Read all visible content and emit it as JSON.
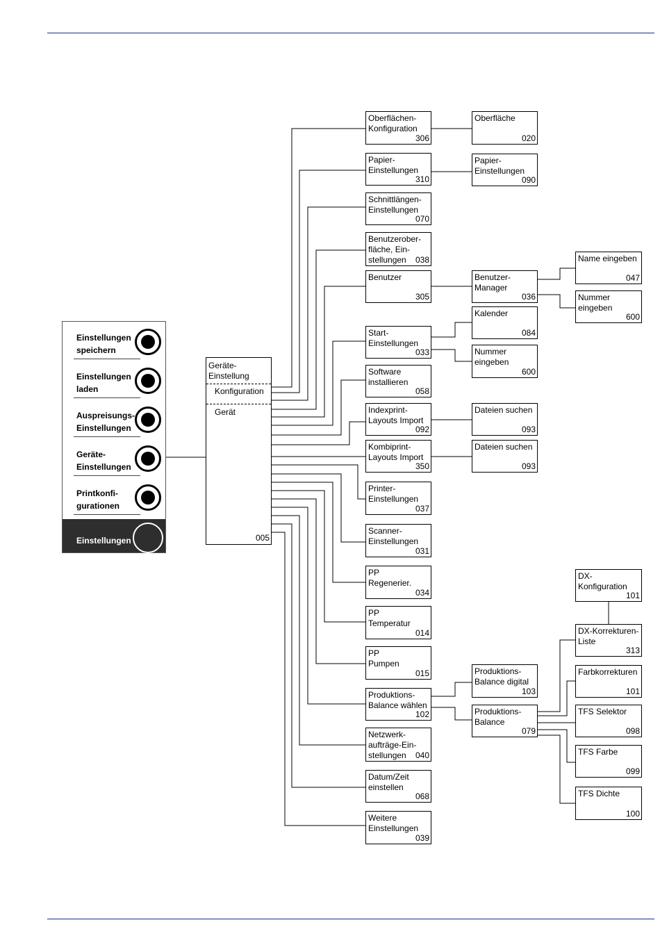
{
  "menu": {
    "items": [
      {
        "label": "Einstellungen\nspeichern"
      },
      {
        "label": "Einstellungen\nladen"
      },
      {
        "label": "Auspreisungs-\nEinstellungen"
      },
      {
        "label": "Geräte-\nEinstellungen"
      },
      {
        "label": "Printkonfi-\ngurationen"
      },
      {
        "label": "Einstellungen"
      }
    ]
  },
  "hub": {
    "title": "Geräte-\nEinstellung",
    "section1": "Konfiguration",
    "section2": "Gerät",
    "number": "005"
  },
  "level1": [
    {
      "label": "Oberflächen-\nKonfiguration",
      "number": "306"
    },
    {
      "label": "Papier-\nEinstellungen",
      "number": "310"
    },
    {
      "label": "Schnittlängen-\nEinstellungen",
      "number": "070"
    },
    {
      "label": "Benutzerober-\nfläche, Ein-\nstellungen",
      "number": "038"
    },
    {
      "label": "Benutzer",
      "number": "305"
    },
    {
      "label": "Start-\nEinstellungen",
      "number": "033"
    },
    {
      "label": "Software\ninstallieren",
      "number": "058"
    },
    {
      "label": "Indexprint-\nLayouts Import",
      "number": "092"
    },
    {
      "label": "Kombiprint-\nLayouts Import",
      "number": "350"
    },
    {
      "label": "Printer-\nEinstellungen",
      "number": "037"
    },
    {
      "label": "Scanner-\nEinstellungen",
      "number": "031"
    },
    {
      "label": "PP\nRegenerier.",
      "number": "034"
    },
    {
      "label": "PP\nTemperatur",
      "number": "014"
    },
    {
      "label": "PP\nPumpen",
      "number": "015"
    },
    {
      "label": "Produktions-\nBalance wählen",
      "number": "102"
    },
    {
      "label": "Netzwerk-\naufträge-Ein-\nstellungen",
      "number": "040"
    },
    {
      "label": "Datum/Zeit\neinstellen",
      "number": "068"
    },
    {
      "label": "Weitere\nEinstellungen",
      "number": "039"
    }
  ],
  "level2": [
    {
      "label": "Oberfläche",
      "number": "020"
    },
    {
      "label": "Papier-\nEinstellungen",
      "number": "090"
    },
    {
      "label": "Benutzer-\nManager",
      "number": "036"
    },
    {
      "label": "Kalender",
      "number": "084"
    },
    {
      "label": "Nummer\neingeben",
      "number": "600"
    },
    {
      "label": "Dateien suchen",
      "number": "093"
    },
    {
      "label": "Dateien suchen",
      "number": "093"
    },
    {
      "label": "Produktions-\nBalance digital",
      "number": "103"
    },
    {
      "label": "Produktions-\nBalance",
      "number": "079"
    }
  ],
  "level3": [
    {
      "label": "Name eingeben",
      "number": "047"
    },
    {
      "label": "Nummer\neingeben",
      "number": "600"
    },
    {
      "label": "DX-\nKonfiguration",
      "number": "101"
    },
    {
      "label": "DX-Korrekturen-\nListe",
      "number": "313"
    },
    {
      "label": "Farbkorrekturen",
      "number": "101"
    },
    {
      "label": "TFS Selektor",
      "number": "098"
    },
    {
      "label": "TFS Farbe",
      "number": "099"
    },
    {
      "label": "TFS Dichte",
      "number": "100"
    }
  ]
}
